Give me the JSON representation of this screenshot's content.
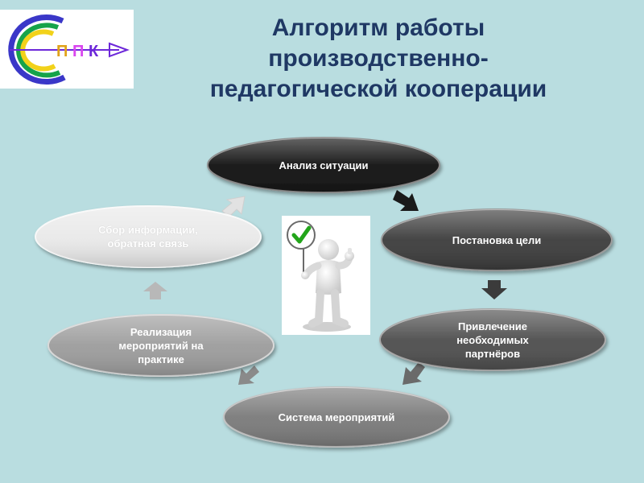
{
  "title": {
    "line1": "Алгоритм работы",
    "line2": "производственно-",
    "line3": "педагогической кооперации"
  },
  "logo": {
    "letters": [
      "П",
      "П",
      "К"
    ]
  },
  "cycle_steps": [
    {
      "id": "analysis",
      "label": "Анализ ситуации",
      "color": "#121212"
    },
    {
      "id": "goal",
      "label": "Постановка цели",
      "color": "#3b3b3b"
    },
    {
      "id": "partners",
      "label": "Привлечение\nнеобходимых\nпартнёров",
      "color": "#4e4e4e"
    },
    {
      "id": "system",
      "label": "Система мероприятий",
      "color": "#7a7a7a"
    },
    {
      "id": "implementation",
      "label": "Реализация\nмероприятий на\nпрактике",
      "color": "#9c9c9c"
    },
    {
      "id": "feedback",
      "label": "Сбор информации,\nобратная связь",
      "color": "#e9e9e9"
    }
  ],
  "center_icon": "person-with-checkmark-sign-icon"
}
